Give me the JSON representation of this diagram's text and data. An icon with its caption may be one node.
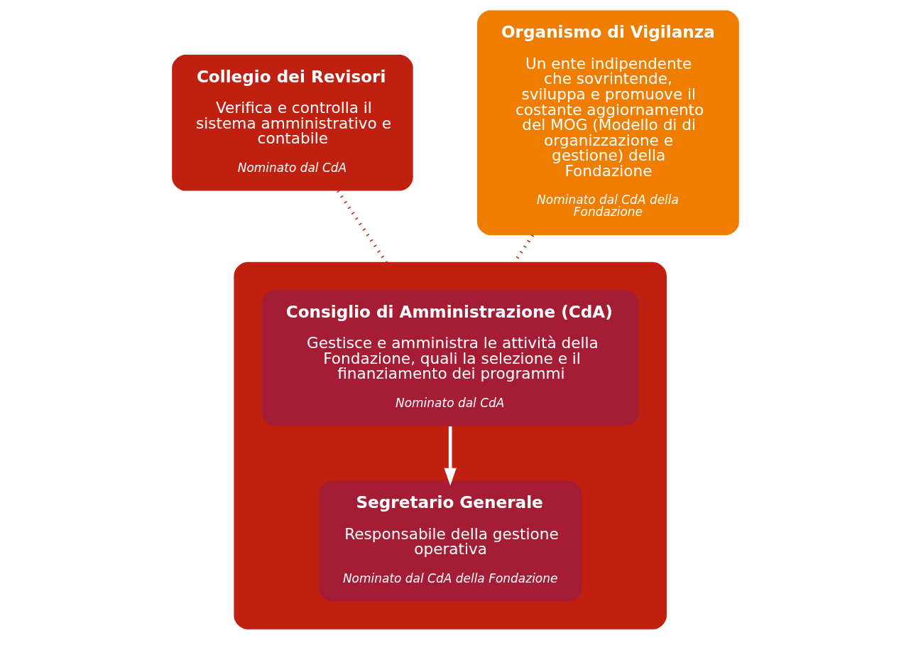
{
  "diagram": {
    "nodes": [
      {
        "text": [
          "Collegio dei Revisori",
          "Verifica e controlla il sistema amministrativo e contabile",
          "Nominato dal CdA"
        ]
      },
      {
        "text": [],
        "shape": "box"
      },
      {
        "text": [
          "Consiglio di Amministrazione (CdA)",
          "Gestisce e amministra le attività della Fondazione, quali la selezione e il finanziamento dei programmi",
          "Nominato dal CdA"
        ],
        "in": 1
      },
      {
        "text": [
          "Segretario Generale",
          "Responsabile della gestione operativa",
          "Nominato dal CdA della Fondazione"
        ],
        "in": 1
      },
      {
        "text": [
          "Organismo di Vigilanza",
          "Un ente indipendente che sovrintende, sviluppa e promuove il costante aggiornamento del MOG (Modello di di organizzazione e gestione) della Fondazione",
          "Nominato dal CdA della Fondazione"
        ]
      }
    ],
    "edges": [
      {
        "from": 0,
        "to": 1,
        "arrow": "none",
        "style": "dashed"
      },
      {
        "from": 4,
        "to": 1,
        "arrow": "none",
        "style": "dashed"
      },
      {
        "from": 2,
        "to": 3,
        "arrow": "to",
        "color": "#ffffff"
      }
    ]
  }
}
